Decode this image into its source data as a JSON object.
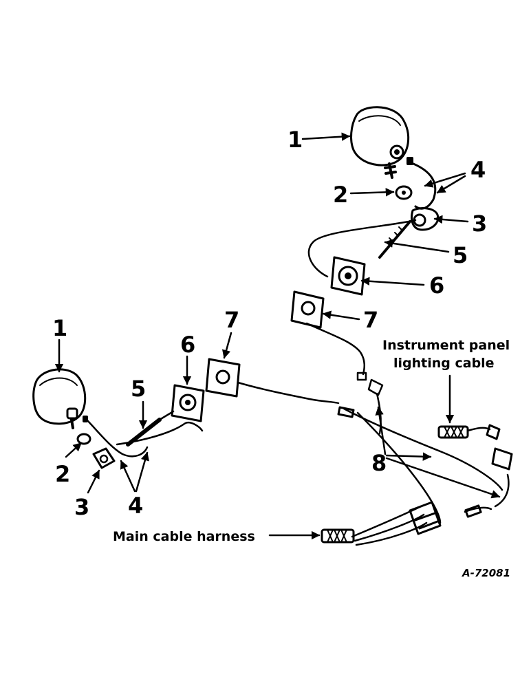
{
  "callouts": {
    "right_lamp": "1",
    "right_nut": "2",
    "right_clamp": "3",
    "right_wires": "4",
    "right_fuse": "5",
    "right_switch": "6",
    "right_plate": "7",
    "connectors": "8",
    "left_lamp": "1",
    "left_nut": "2",
    "left_clamp": "3",
    "left_wires": "4",
    "left_fuse": "5",
    "left_switch": "6",
    "left_plate": "7"
  },
  "labels": {
    "instrument_line1": "Instrument panel",
    "instrument_line2": "lighting cable",
    "main_harness": "Main cable harness",
    "drawing_number": "A-72081"
  },
  "colors": {
    "ink": "#000000",
    "paper": "#ffffff"
  }
}
